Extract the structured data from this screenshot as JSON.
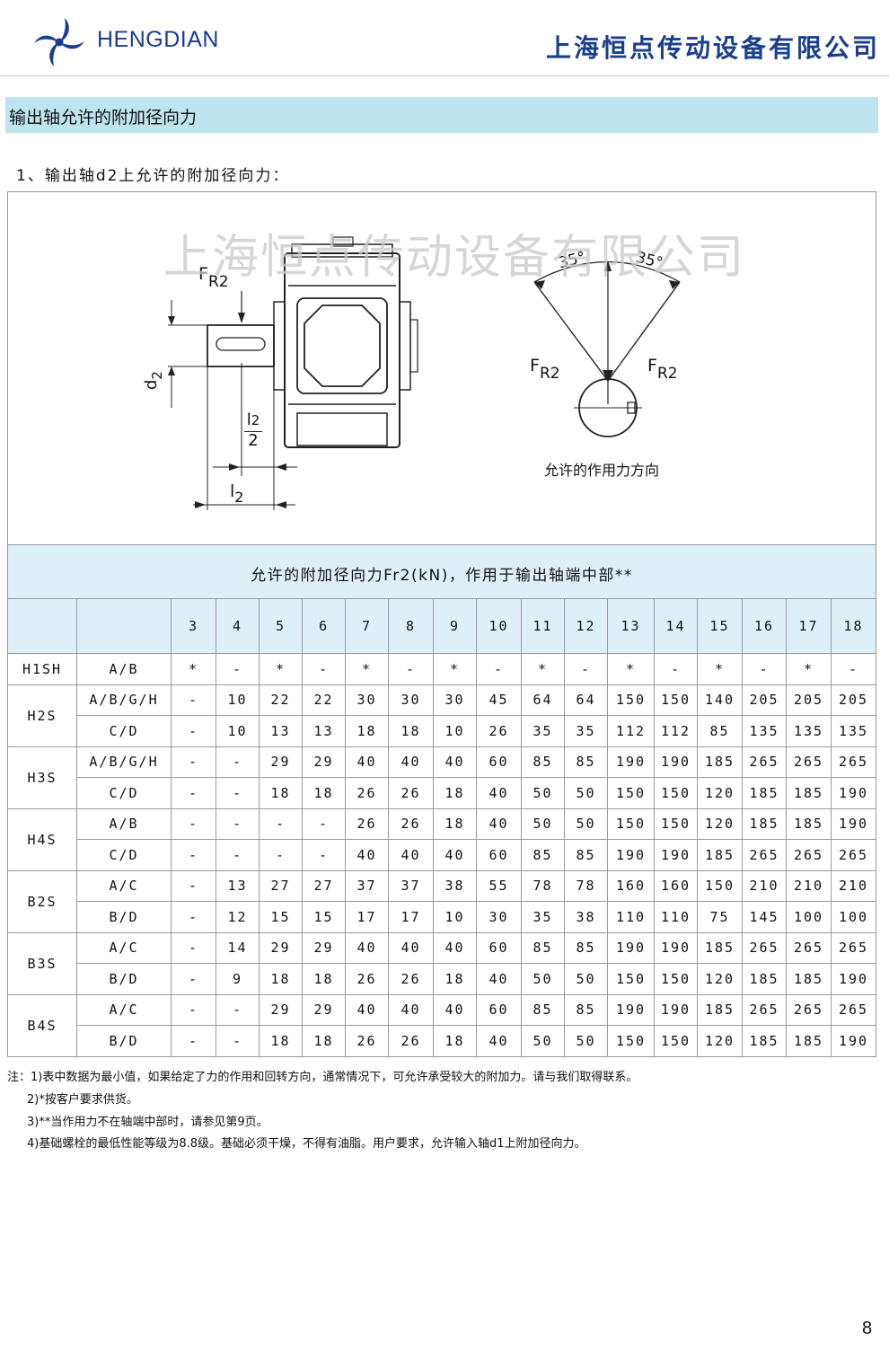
{
  "header": {
    "brand": "HENGDIAN",
    "company": "上海恒点传动设备有限公司"
  },
  "section": {
    "title": "输出轴允许的附加径向力",
    "subtitle": "1、输出轴d2上允许的附加径向力："
  },
  "figure": {
    "watermark": "上海恒点传动设备有限公司",
    "force_label": "F",
    "force_sub": "R2",
    "d_label": "d",
    "d_sub": "2",
    "l_label": "l",
    "l_sub": "2",
    "half_den": "2",
    "angle_left": "35°",
    "angle_right": "35°",
    "direction_caption": "允许的作用力方向"
  },
  "table": {
    "caption": "允许的附加径向力Fr2(kN)，作用于输出轴端中部**",
    "sizes": [
      "3",
      "4",
      "5",
      "6",
      "7",
      "8",
      "9",
      "10",
      "11",
      "12",
      "13",
      "14",
      "15",
      "16",
      "17",
      "18"
    ],
    "groups": [
      {
        "model": "H1SH",
        "rows": [
          {
            "variant": "A/B",
            "values": [
              "*",
              "-",
              "*",
              "-",
              "*",
              "-",
              "*",
              "-",
              "*",
              "-",
              "*",
              "-",
              "*",
              "-",
              "*",
              "-"
            ]
          }
        ]
      },
      {
        "model": "H2S",
        "rows": [
          {
            "variant": "A/B/G/H",
            "values": [
              "-",
              "10",
              "22",
              "22",
              "30",
              "30",
              "30",
              "45",
              "64",
              "64",
              "150",
              "150",
              "140",
              "205",
              "205",
              "205"
            ]
          },
          {
            "variant": "C/D",
            "values": [
              "-",
              "10",
              "13",
              "13",
              "18",
              "18",
              "10",
              "26",
              "35",
              "35",
              "112",
              "112",
              "85",
              "135",
              "135",
              "135"
            ]
          }
        ]
      },
      {
        "model": "H3S",
        "rows": [
          {
            "variant": "A/B/G/H",
            "values": [
              "-",
              "-",
              "29",
              "29",
              "40",
              "40",
              "40",
              "60",
              "85",
              "85",
              "190",
              "190",
              "185",
              "265",
              "265",
              "265"
            ]
          },
          {
            "variant": "C/D",
            "values": [
              "-",
              "-",
              "18",
              "18",
              "26",
              "26",
              "18",
              "40",
              "50",
              "50",
              "150",
              "150",
              "120",
              "185",
              "185",
              "190"
            ]
          }
        ]
      },
      {
        "model": "H4S",
        "rows": [
          {
            "variant": "A/B",
            "values": [
              "-",
              "-",
              "-",
              "-",
              "26",
              "26",
              "18",
              "40",
              "50",
              "50",
              "150",
              "150",
              "120",
              "185",
              "185",
              "190"
            ]
          },
          {
            "variant": "C/D",
            "values": [
              "-",
              "-",
              "-",
              "-",
              "40",
              "40",
              "40",
              "60",
              "85",
              "85",
              "190",
              "190",
              "185",
              "265",
              "265",
              "265"
            ]
          }
        ]
      },
      {
        "model": "B2S",
        "rows": [
          {
            "variant": "A/C",
            "values": [
              "-",
              "13",
              "27",
              "27",
              "37",
              "37",
              "38",
              "55",
              "78",
              "78",
              "160",
              "160",
              "150",
              "210",
              "210",
              "210"
            ]
          },
          {
            "variant": "B/D",
            "values": [
              "-",
              "12",
              "15",
              "15",
              "17",
              "17",
              "10",
              "30",
              "35",
              "38",
              "110",
              "110",
              "75",
              "145",
              "100",
              "100"
            ]
          }
        ]
      },
      {
        "model": "B3S",
        "rows": [
          {
            "variant": "A/C",
            "values": [
              "-",
              "14",
              "29",
              "29",
              "40",
              "40",
              "40",
              "60",
              "85",
              "85",
              "190",
              "190",
              "185",
              "265",
              "265",
              "265"
            ]
          },
          {
            "variant": "B/D",
            "values": [
              "-",
              "9",
              "18",
              "18",
              "26",
              "26",
              "18",
              "40",
              "50",
              "50",
              "150",
              "150",
              "120",
              "185",
              "185",
              "190"
            ]
          }
        ]
      },
      {
        "model": "B4S",
        "rows": [
          {
            "variant": "A/C",
            "values": [
              "-",
              "-",
              "29",
              "29",
              "40",
              "40",
              "40",
              "60",
              "85",
              "85",
              "190",
              "190",
              "185",
              "265",
              "265",
              "265"
            ]
          },
          {
            "variant": "B/D",
            "values": [
              "-",
              "-",
              "18",
              "18",
              "26",
              "26",
              "18",
              "40",
              "50",
              "50",
              "150",
              "150",
              "120",
              "185",
              "185",
              "190"
            ]
          }
        ]
      }
    ]
  },
  "notes": [
    "注：1)表中数据为最小值，如果给定了力的作用和回转方向，通常情况下，可允许承受较大的附加力。请与我们取得联系。",
    "2)*按客户要求供货。",
    "3)**当作用力不在轴端中部时，请参见第9页。",
    "4)基础螺栓的最低性能等级为8.8级。基础必须干燥，不得有油脂。用户要求，允许输入轴d1上附加径向力。"
  ],
  "page_number": "8"
}
